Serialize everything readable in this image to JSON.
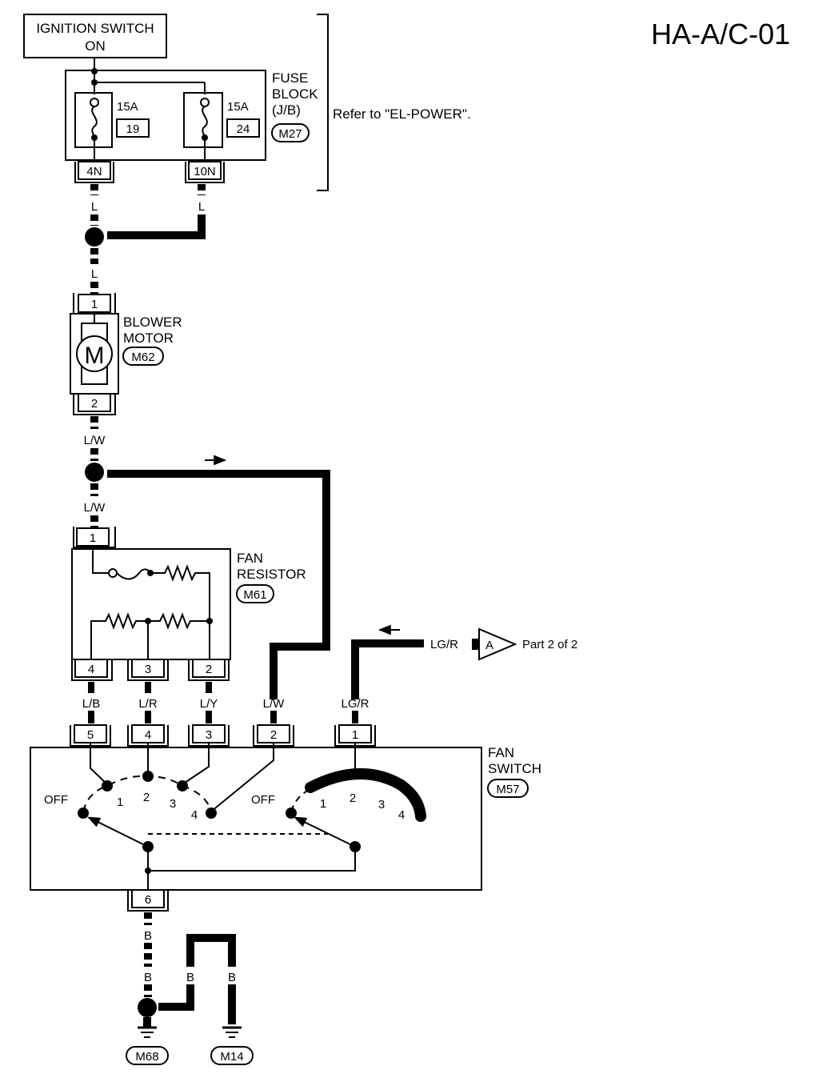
{
  "page_code": "HA-A/C-01",
  "ignition": {
    "line1": "IGNITION SWITCH",
    "line2": "ON"
  },
  "fuse_block": {
    "line1": "FUSE",
    "line2": "BLOCK",
    "line3": "(J/B)",
    "connector": "M27",
    "refer": "Refer to \"EL-POWER\".",
    "fuses": [
      {
        "rating": "15A",
        "number": "19",
        "terminal": "4N"
      },
      {
        "rating": "15A",
        "number": "24",
        "terminal": "10N"
      }
    ]
  },
  "blower_motor": {
    "line1": "BLOWER",
    "line2": "MOTOR",
    "connector": "M62",
    "symbol": "M",
    "pin_top": "1",
    "pin_bottom": "2"
  },
  "fan_resistor": {
    "line1": "FAN",
    "line2": "RESISTOR",
    "connector": "M61",
    "pin_top": "1",
    "pins_bottom": [
      "4",
      "3",
      "2"
    ]
  },
  "fan_switch": {
    "line1": "FAN",
    "line2": "SWITCH",
    "connector": "M57",
    "pins_top": [
      "5",
      "4",
      "3",
      "2",
      "1"
    ],
    "pin_bottom": "6",
    "left_positions": [
      "OFF",
      "1",
      "2",
      "3",
      "4"
    ],
    "right_positions": [
      "OFF",
      "1",
      "2",
      "3",
      "4"
    ]
  },
  "wires": {
    "fuse1": "L",
    "fuse2": "L",
    "to_motor": "L",
    "motor_out": "L/W",
    "to_resistor": "L/W",
    "res4": "L/B",
    "res3": "L/R",
    "res2": "L/Y",
    "sw2": "L/W",
    "sw1": "LG/R",
    "link": "LG/R",
    "gnd1": "B",
    "gnd2": "B",
    "gnd3": "B",
    "gnd4": "B"
  },
  "link": {
    "connector": "A",
    "text": "Part 2 of 2"
  },
  "grounds": [
    "M68",
    "M14"
  ]
}
